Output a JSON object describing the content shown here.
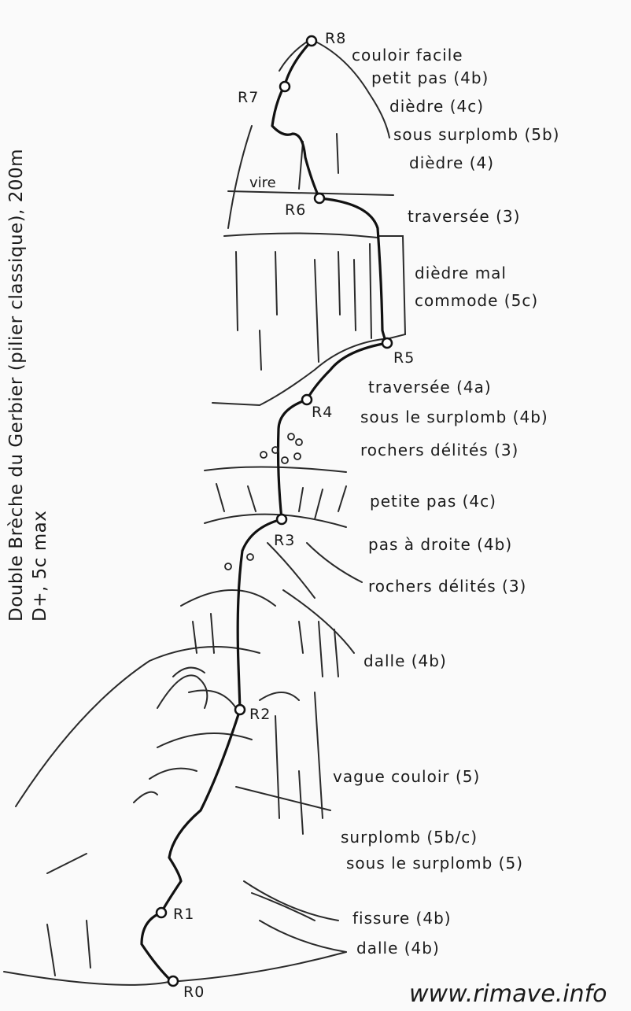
{
  "title": {
    "line1": "Double Brèche du Gerbier (pilier classique), 200m",
    "line2": "D+, 5c max"
  },
  "relays": [
    "R0",
    "R1",
    "R2",
    "R3",
    "R4",
    "R5",
    "R6",
    "R7",
    "R8"
  ],
  "terrain_label": "vire",
  "pitch_notes": [
    "couloir facile",
    "petit pas (4b)",
    "dièdre (4c)",
    "sous surplomb (5b)",
    "dièdre (4)",
    "traversée (3)",
    "dièdre mal",
    "commode (5c)",
    "traversée (4a)",
    "sous le surplomb (4b)",
    "rochers délités (3)",
    "petite pas (4c)",
    "pas à droite (4b)",
    "rochers délités (3)",
    "dalle (4b)",
    "vague couloir (5)",
    "surplomb (5b/c)",
    "sous le surplomb (5)",
    "fissure (4b)",
    "dalle (4b)"
  ],
  "website": "www.rimave.info",
  "colors": {
    "ink": "#1a1a1a",
    "paper": "#fafafa"
  }
}
